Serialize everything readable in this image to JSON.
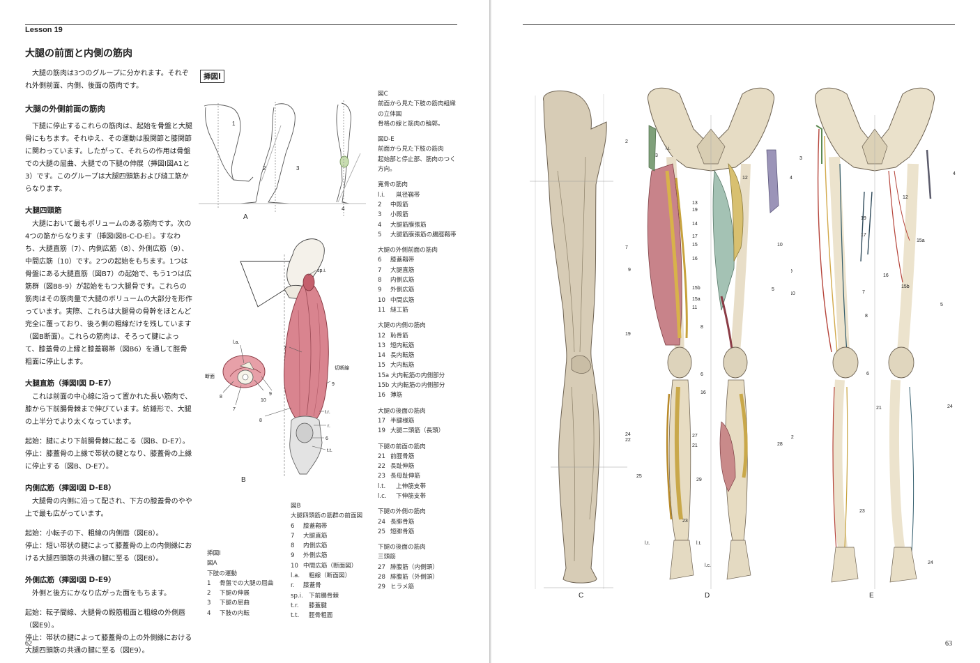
{
  "left": {
    "lesson": "Lesson 19",
    "title": "大腿の前面と内側の筋肉",
    "page_number": "62",
    "body": [
      {
        "type": "p",
        "text": "　大腿の筋肉は3つのグループに分かれます。それぞれ外側前面、内側、後面の筋肉です。"
      },
      {
        "type": "h2",
        "text": "大腿の外側前面の筋肉"
      },
      {
        "type": "p",
        "text": "　下腿に停止するこれらの筋肉は、起始を骨盤と大腿骨にもちます。それゆえ、その運動は股関節と膝関節に関わっています。したがって、それらの作用は骨盤での大腿の屈曲、大腿での下腿の伸展（挿図I図A1と3）です。このグループは大腿四頭筋および縫工筋からなります。"
      },
      {
        "type": "h3",
        "text": "大腿四頭筋"
      },
      {
        "type": "p",
        "text": "　大腿において最もボリュームのある筋肉です。次の4つの筋からなります（挿図I図B-C-D-E）。すなわち、大腿直筋（7）、内側広筋（8）、外側広筋（9）、中間広筋（10）です。2つの起始をもちます。1つは骨盤にある大腿直筋（図B7）の起始で、もう1つは広筋群（図B8-9）が起始をもつ大腿骨です。これらの筋肉はその筋肉量で大腿のボリュームの大部分を形作っています。実際、これらは大腿骨の骨幹をほとんど完全に覆っており、後ろ側の粗線だけを残しています（図B断面）。これらの筋肉は、そろって腱によって、膝蓋骨の上縁と膝蓋靱帯（図B6）を通して脛骨粗面に停止します。"
      },
      {
        "type": "h3",
        "text": "大腿直筋（挿図I図 D-E7）"
      },
      {
        "type": "p",
        "text": "　これは前面の中心線に沿って置かれた長い筋肉で、膝から下前腸骨棘まで伸びています。紡錘形で、大腿の上半分でより太くなっています。"
      },
      {
        "type": "gap",
        "text": ""
      },
      {
        "type": "p",
        "text": "起始：腱により下前腸骨棘に起こる（図B、D-E7）。"
      },
      {
        "type": "p",
        "text": "停止：膝蓋骨の上縁で帯状の腱となり、膝蓋骨の上縁に停止する（図B、D-E7）。"
      },
      {
        "type": "h3",
        "text": "内側広筋（挿図I図 D-E8）"
      },
      {
        "type": "p",
        "text": "　大腿骨の内側に沿って配され、下方の膝蓋骨のやや上で最も広がっています。"
      },
      {
        "type": "gap",
        "text": ""
      },
      {
        "type": "p",
        "text": "起始：小転子の下、粗線の内側唇（図E8）。"
      },
      {
        "type": "p",
        "text": "停止：短い帯状の腱によって膝蓋骨の上の内側縁における大腿四頭筋の共通の腱に至る（図E8）。"
      },
      {
        "type": "h3",
        "text": "外側広筋（挿図I図 D-E9）"
      },
      {
        "type": "p",
        "text": "　外側と後方にかなり広がった面をもちます。"
      },
      {
        "type": "gap",
        "text": ""
      },
      {
        "type": "p",
        "text": "起始：転子間線、大腿骨の殿筋粗面と粗線の外側唇（図E9）。"
      },
      {
        "type": "p",
        "text": "停止：帯状の腱によって膝蓋骨の上の外側縁における大腿四頭筋の共通の腱に至る（図E9）。"
      }
    ],
    "figure_label": "挿図I",
    "figA_letter": "A",
    "figB_letter": "B",
    "figA_numbers": [
      "1",
      "2",
      "3",
      "4"
    ],
    "figB_labels": {
      "spi": "sp.i.",
      "la": "l.a.",
      "danmen": "断面",
      "setsudansen": "切断線",
      "tr": "t.r.",
      "r": "r.",
      "tt": "t.t.",
      "n6": "6",
      "n7": "7",
      "n7b": "7",
      "n8": "8",
      "n8b": "8",
      "n9": "9",
      "n9b": "9",
      "n10": "10"
    },
    "captions_A": [
      {
        "num": "",
        "text": "挿図I"
      },
      {
        "num": "",
        "text": "図A"
      },
      {
        "num": "",
        "text": "下肢の運動"
      },
      {
        "num": "1",
        "text": "骨盤での大腿の屈曲"
      },
      {
        "num": "2",
        "text": "下腿の伸展"
      },
      {
        "num": "3",
        "text": "下腿の屈曲"
      },
      {
        "num": "4",
        "text": "下肢の内転"
      }
    ],
    "captions_B": [
      {
        "num": "",
        "text": "図B"
      },
      {
        "num": "",
        "text": "大腿四頭筋の筋群の前面図"
      },
      {
        "num": "6",
        "text": "膝蓋靱帯"
      },
      {
        "num": "7",
        "text": "大腿直筋"
      },
      {
        "num": "8",
        "text": "内側広筋"
      },
      {
        "num": "9",
        "text": "外側広筋"
      },
      {
        "num": "10",
        "text": "中間広筋（断面図）"
      },
      {
        "num": "l.a.",
        "text": "粗線（断面図）"
      },
      {
        "num": "r.",
        "text": "膝蓋骨"
      },
      {
        "num": "sp.i.",
        "text": "下前腸骨棘"
      },
      {
        "num": "t.r.",
        "text": "膝蓋腱"
      },
      {
        "num": "t.t.",
        "text": "脛骨粗面"
      }
    ],
    "captions_right": [
      {
        "kind": "line",
        "num": "",
        "text": "図C"
      },
      {
        "kind": "line",
        "num": "",
        "text": "前面から見た下肢の筋肉組織"
      },
      {
        "kind": "line",
        "num": "",
        "text": "の立体図"
      },
      {
        "kind": "line",
        "num": "",
        "text": "骨格の線と筋肉の輪郭。"
      },
      {
        "kind": "gap",
        "num": "",
        "text": ""
      },
      {
        "kind": "line",
        "num": "",
        "text": "図D-E"
      },
      {
        "kind": "line",
        "num": "",
        "text": "前面から見た下肢の筋肉"
      },
      {
        "kind": "line",
        "num": "",
        "text": "起始部と停止部、筋肉のつく"
      },
      {
        "kind": "line",
        "num": "",
        "text": "方向。"
      },
      {
        "kind": "gap",
        "num": "",
        "text": ""
      },
      {
        "kind": "line",
        "num": "",
        "text": "寛骨の筋肉"
      },
      {
        "kind": "line",
        "num": "l.i.",
        "text": "鼡径靱帯"
      },
      {
        "kind": "line",
        "num": "2",
        "text": "中殿筋"
      },
      {
        "kind": "line",
        "num": "3",
        "text": "小殿筋"
      },
      {
        "kind": "line",
        "num": "4",
        "text": "大腿筋膜張筋"
      },
      {
        "kind": "line",
        "num": "5",
        "text": "大腿筋膜張筋の腸脛靱帯"
      },
      {
        "kind": "gap",
        "num": "",
        "text": ""
      },
      {
        "kind": "line",
        "num": "",
        "text": "大腿の外側前面の筋肉"
      },
      {
        "kind": "line",
        "num": "6",
        "text": "膝蓋靱帯"
      },
      {
        "kind": "line",
        "num": "7",
        "text": "大腿直筋"
      },
      {
        "kind": "line",
        "num": "8",
        "text": "内側広筋"
      },
      {
        "kind": "line",
        "num": "9",
        "text": "外側広筋"
      },
      {
        "kind": "line",
        "num": "10",
        "text": "中間広筋"
      },
      {
        "kind": "line",
        "num": "11",
        "text": "縫工筋"
      },
      {
        "kind": "gap",
        "num": "",
        "text": ""
      },
      {
        "kind": "line",
        "num": "",
        "text": "大腿の内側の筋肉"
      },
      {
        "kind": "line",
        "num": "12",
        "text": "恥骨筋"
      },
      {
        "kind": "line",
        "num": "13",
        "text": "短内転筋"
      },
      {
        "kind": "line",
        "num": "14",
        "text": "長内転筋"
      },
      {
        "kind": "line",
        "num": "15",
        "text": "大内転筋"
      },
      {
        "kind": "line",
        "num": "",
        "text": "15a 大内転筋の内側部分"
      },
      {
        "kind": "line",
        "num": "",
        "text": "15b 大内転筋の内側部分"
      },
      {
        "kind": "line",
        "num": "16",
        "text": "薄筋"
      },
      {
        "kind": "gap",
        "num": "",
        "text": ""
      },
      {
        "kind": "line",
        "num": "",
        "text": "大腿の後面の筋肉"
      },
      {
        "kind": "line",
        "num": "17",
        "text": "半腱様筋"
      },
      {
        "kind": "line",
        "num": "19",
        "text": "大腿二頭筋（長頭）"
      },
      {
        "kind": "gap",
        "num": "",
        "text": ""
      },
      {
        "kind": "line",
        "num": "",
        "text": "下腿の前面の筋肉"
      },
      {
        "kind": "line",
        "num": "21",
        "text": "前脛骨筋"
      },
      {
        "kind": "line",
        "num": "22",
        "text": "長趾伸筋"
      },
      {
        "kind": "line",
        "num": "23",
        "text": "長母趾伸筋"
      },
      {
        "kind": "line",
        "num": "l.t.",
        "text": "上伸筋支帯"
      },
      {
        "kind": "line",
        "num": "l.c.",
        "text": "下伸筋支帯"
      },
      {
        "kind": "gap",
        "num": "",
        "text": ""
      },
      {
        "kind": "line",
        "num": "",
        "text": "下腿の外側の筋肉"
      },
      {
        "kind": "line",
        "num": "24",
        "text": "長腓骨筋"
      },
      {
        "kind": "line",
        "num": "25",
        "text": "短腓骨筋"
      },
      {
        "kind": "gap",
        "num": "",
        "text": ""
      },
      {
        "kind": "line",
        "num": "",
        "text": "下腿の後面の筋肉"
      },
      {
        "kind": "line",
        "num": "",
        "text": "三頭筋"
      },
      {
        "kind": "line",
        "num": "27",
        "text": "腓腹筋（内側頭）"
      },
      {
        "kind": "line",
        "num": "28",
        "text": "腓腹筋（外側頭）"
      },
      {
        "kind": "line",
        "num": "29",
        "text": "ヒラメ筋"
      }
    ]
  },
  "right": {
    "page_number": "63",
    "figure_letters": [
      "C",
      "D",
      "E"
    ],
    "labelsD": [
      "2",
      "3",
      "l.i.",
      "7",
      "9",
      "12",
      "4",
      "13",
      "19",
      "10",
      "14",
      "17",
      "15",
      "16",
      "15b",
      "15a",
      "11",
      "5",
      "8",
      "19",
      "6",
      "16",
      "24",
      "22",
      "27",
      "21",
      "28",
      "25",
      "29",
      "23",
      "l.t.",
      "l.t.",
      "l.c."
    ],
    "labelsE": [
      "2",
      "3",
      "4",
      "12",
      "19",
      "17",
      "15a",
      "7",
      "9",
      "16",
      "15b",
      "10",
      "5",
      "8",
      "19",
      "6",
      "21",
      "24",
      "22",
      "23",
      "24"
    ]
  }
}
